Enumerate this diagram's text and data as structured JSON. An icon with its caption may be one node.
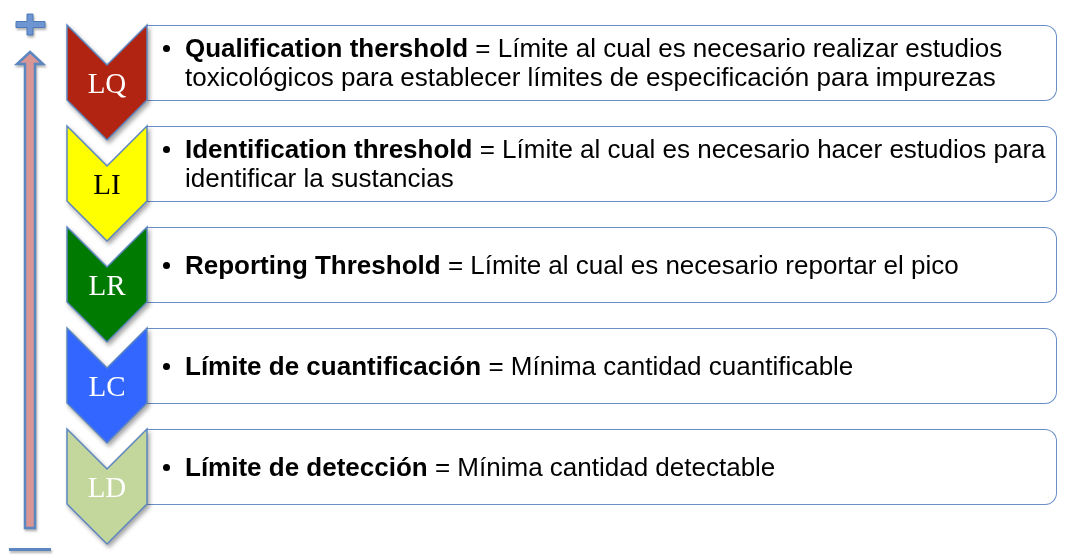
{
  "diagram": {
    "nodes": [
      {
        "text": [
          "LQ"
        ]
      },
      {
        "text": [
          "**Qualification thershold** = Límite al cual es necesario realizar estudios toxicológicos para establecer límites de especificación para impurezas"
        ]
      },
      {
        "text": [
          "LI"
        ]
      },
      {
        "text": [
          "**Identification threshold** = Límite al cual es necesario hacer estudios para identificar la sustancias"
        ]
      },
      {
        "text": [
          "LR"
        ]
      },
      {
        "text": [
          "**Reporting Threshold** = Límite al cual es necesario reportar el pico"
        ]
      },
      {
        "text": [
          "LC"
        ]
      },
      {
        "text": [
          "**Límite de cuantificación** = Mínima cantidad cuantificable"
        ]
      },
      {
        "text": [
          "LD"
        ]
      },
      {
        "text": [
          "**Límite de detección** = Mínima cantidad detectable"
        ]
      }
    ]
  }
}
